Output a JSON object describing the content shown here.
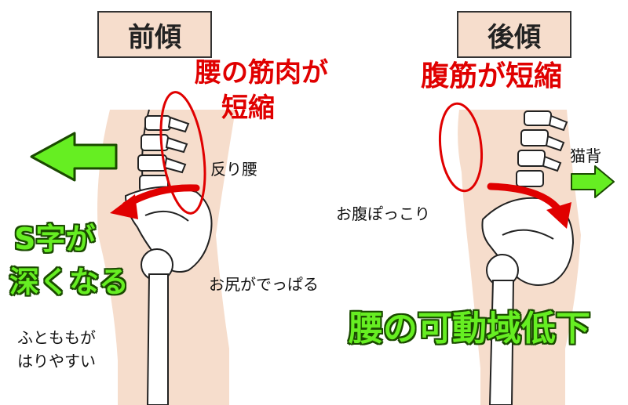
{
  "left": {
    "header": "前傾",
    "muscle_line1": "腰の筋肉が",
    "muscle_line2": "短縮",
    "sway_back": "反り腰",
    "s_curve_line1": "S字が",
    "s_curve_line2": "深くなる",
    "buttock": "お尻がでっぱる",
    "thigh_line1": "ふとももが",
    "thigh_line2": "はりやすい"
  },
  "right": {
    "header": "後傾",
    "abs": "腹筋が短縮",
    "hunch": "猫背",
    "belly": "お腹ぽっこり",
    "mobility": "腰の可動域低下"
  },
  "colors": {
    "skin": "#f6ddcc",
    "red": "#e00000",
    "green": "#66ee22",
    "outline": "#1a4a00"
  }
}
